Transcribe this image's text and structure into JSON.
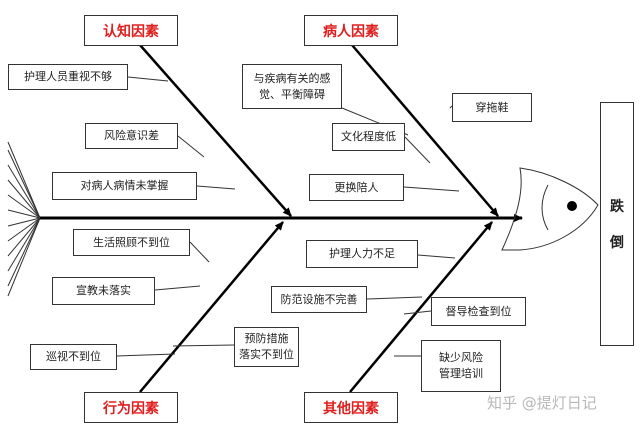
{
  "effect": {
    "char1": "跌",
    "char2": "倒"
  },
  "categories": {
    "cognition": "认知因素",
    "patient": "病人因素",
    "behavior": "行为因素",
    "other": "其他因素"
  },
  "causes": {
    "cognition": [
      "护理人员重视不够",
      "风险意识差",
      "对病人病情未掌握"
    ],
    "behavior": [
      "生活照顾不到位",
      "宣教未落实",
      "巡视不到位",
      "预防措施\n落实不到位"
    ],
    "patient": [
      "与疾病有关的感\n觉、平衡障碍",
      "穿拖鞋",
      "文化程度低",
      "更换陪人"
    ],
    "other": [
      "护理人力不足",
      "防范设施不完善",
      "督导检查到位",
      "缺少风险\n管理培训"
    ]
  },
  "watermark": "知乎 @提灯日记"
}
